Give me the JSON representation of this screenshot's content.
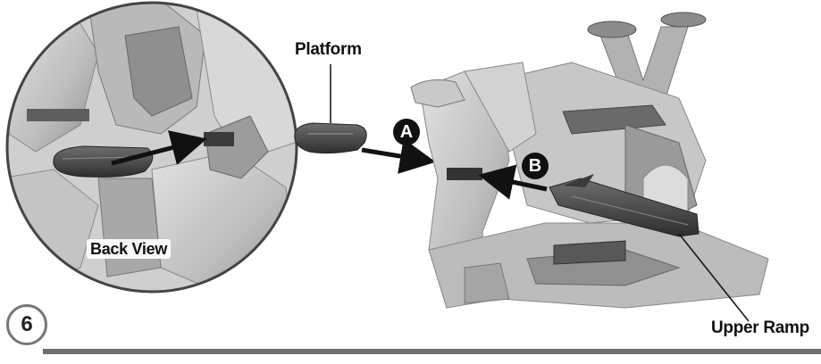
{
  "labels": {
    "platform": "Platform",
    "upper_ramp": "Upper Ramp",
    "back_view": "Back View"
  },
  "markers": {
    "a": "A",
    "b": "B"
  },
  "step": {
    "number": "6"
  },
  "colors": {
    "toy_light": "#d6d6d6",
    "toy_mid": "#a9a9a9",
    "toy_dark": "#5a5a5a",
    "ink": "#111111",
    "rule": "#6f6f6f"
  }
}
